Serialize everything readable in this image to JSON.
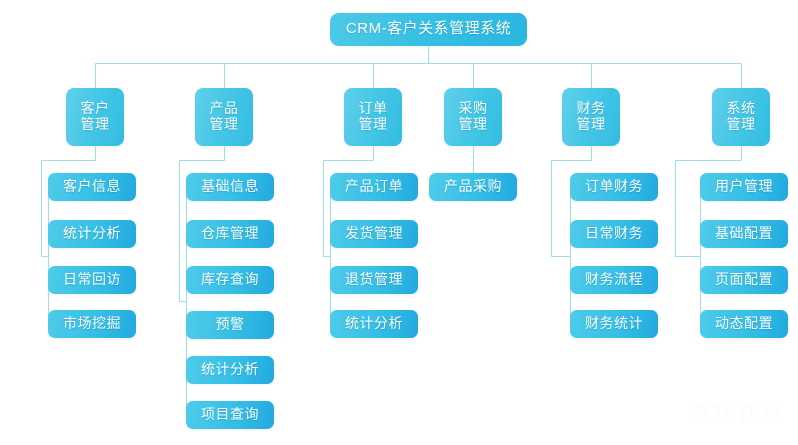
{
  "diagram": {
    "type": "org-chart",
    "title": "CRM-客户关系管理系统",
    "orientation": "top-down",
    "levels": 3,
    "line_color": "#9fdcec",
    "accent_color": "#35bfe5",
    "background": "#ffffff",
    "watermark": "图标在线"
  },
  "root": {
    "label": "CRM-客户关系管理系统"
  },
  "branches": [
    {
      "label": "客户\n管理",
      "plain": "客户管理",
      "children": [
        {
          "label": "客户信息"
        },
        {
          "label": "统计分析"
        },
        {
          "label": "日常回访"
        },
        {
          "label": "市场挖掘"
        }
      ]
    },
    {
      "label": "产品\n管理",
      "plain": "产品管理",
      "children": [
        {
          "label": "基础信息"
        },
        {
          "label": "仓库管理"
        },
        {
          "label": "库存查询"
        },
        {
          "label": "预警"
        },
        {
          "label": "统计分析"
        },
        {
          "label": "项目查询"
        }
      ]
    },
    {
      "label": "订单\n管理",
      "plain": "订单管理",
      "children": [
        {
          "label": "产品订单"
        },
        {
          "label": "发货管理"
        },
        {
          "label": "退货管理"
        },
        {
          "label": "统计分析"
        }
      ]
    },
    {
      "label": "采购\n管理",
      "plain": "采购管理",
      "children": [
        {
          "label": "产品采购"
        }
      ]
    },
    {
      "label": "财务\n管理",
      "plain": "财务管理",
      "children": [
        {
          "label": "订单财务"
        },
        {
          "label": "日常财务"
        },
        {
          "label": "财务流程"
        },
        {
          "label": "财务统计"
        }
      ]
    },
    {
      "label": "系统\n管理",
      "plain": "系统管理",
      "children": [
        {
          "label": "用户管理"
        },
        {
          "label": "基础配置"
        },
        {
          "label": "页面配置"
        },
        {
          "label": "动态配置"
        }
      ]
    }
  ]
}
